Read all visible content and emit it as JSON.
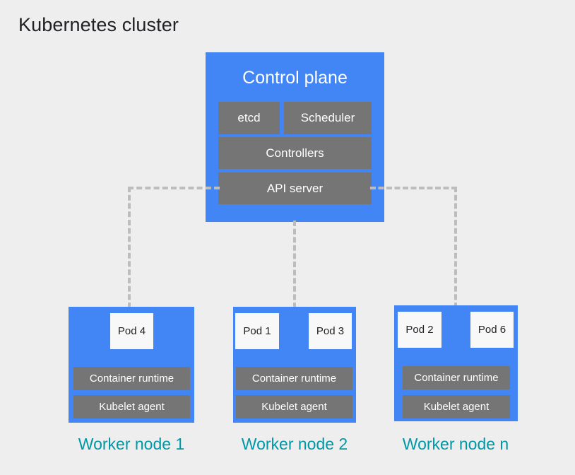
{
  "title": "Kubernetes cluster",
  "colors": {
    "background": "#eeeeee",
    "node_blue": "#4285f4",
    "component_gray": "#757575",
    "pod_white": "#f8f8f8",
    "label_teal": "#0097a7",
    "connector_gray": "#bdbdbd",
    "title_text": "#202124"
  },
  "control_plane": {
    "title": "Control plane",
    "components": [
      {
        "label": "etcd"
      },
      {
        "label": "Scheduler"
      },
      {
        "label": "Controllers"
      },
      {
        "label": "API server"
      }
    ]
  },
  "worker_nodes": [
    {
      "label": "Worker node 1",
      "pods": [
        {
          "label": "Pod 4"
        }
      ],
      "runtime": "Container runtime",
      "kubelet": "Kubelet agent"
    },
    {
      "label": "Worker node 2",
      "pods": [
        {
          "label": "Pod 1"
        },
        {
          "label": "Pod 3"
        }
      ],
      "runtime": "Container runtime",
      "kubelet": "Kubelet agent"
    },
    {
      "label": "Worker node n",
      "pods": [
        {
          "label": "Pod 2"
        },
        {
          "label": "Pod 6"
        }
      ],
      "runtime": "Container runtime",
      "kubelet": "Kubelet agent"
    }
  ],
  "connectors": [
    {
      "name": "api-server-to-worker-1"
    },
    {
      "name": "api-server-to-worker-2"
    },
    {
      "name": "api-server-to-worker-n"
    }
  ]
}
